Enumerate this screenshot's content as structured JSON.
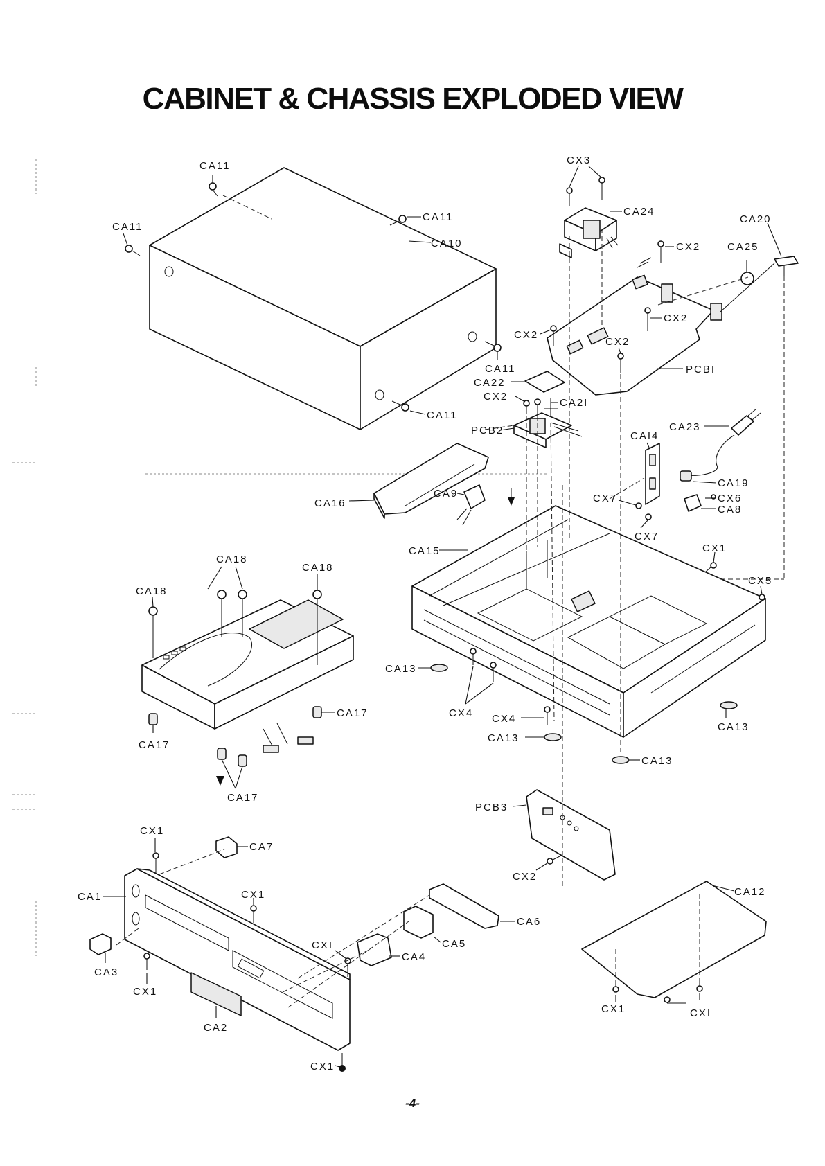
{
  "title": "CABINET & CHASSIS EXPLODED VIEW",
  "page_number": "-4-",
  "labels": {
    "ca11_a": "CA11",
    "ca11_b": "CA11",
    "ca11_c": "CA11",
    "ca11_d": "CA11",
    "ca11_e": "CA11",
    "ca10": "CA10",
    "cx3": "CX3",
    "ca24": "CA24",
    "ca20": "CA20",
    "ca25": "CA25",
    "cx2_a": "CX2",
    "cx2_b": "CX2",
    "cx2_c": "CX2",
    "cx2_d": "CX2",
    "cx2_e": "CX2",
    "cx2_f": "CX2",
    "pcb1": "PCBI",
    "ca22": "CA22",
    "ca21": "CA2I",
    "pcb2": "PCB2",
    "ca14": "CAI4",
    "ca23": "CA23",
    "ca19": "CA19",
    "cx6": "CX6",
    "ca8": "CA8",
    "cx7_a": "CX7",
    "cx7_b": "CX7",
    "ca16": "CA16",
    "ca9": "CA9",
    "ca15": "CA15",
    "cx1_a": "CX1",
    "cx5": "CX5",
    "ca18_a": "CA18",
    "ca18_b": "CA18",
    "ca18_c": "CA18",
    "ca17_a": "CA17",
    "ca17_b": "CA17",
    "ca17_c": "CA17",
    "ca13_a": "CA13",
    "ca13_b": "CA13",
    "ca13_c": "CA13",
    "ca13_d": "CA13",
    "cx4_a": "CX4",
    "cx4_b": "CX4",
    "pcb3": "PCB3",
    "ca12": "CA12",
    "cx1_b": "CX1",
    "ca7": "CA7",
    "ca1": "CA1",
    "cx1_c": "CX1",
    "cx1_d": "CXI",
    "ca6": "CA6",
    "ca5": "CA5",
    "ca4": "CA4",
    "ca3": "CA3",
    "cx1_e": "CX1",
    "ca2": "CA2",
    "cx1_f": "CX1",
    "cx1_g": "CX1",
    "cx1_h": "CXI"
  }
}
